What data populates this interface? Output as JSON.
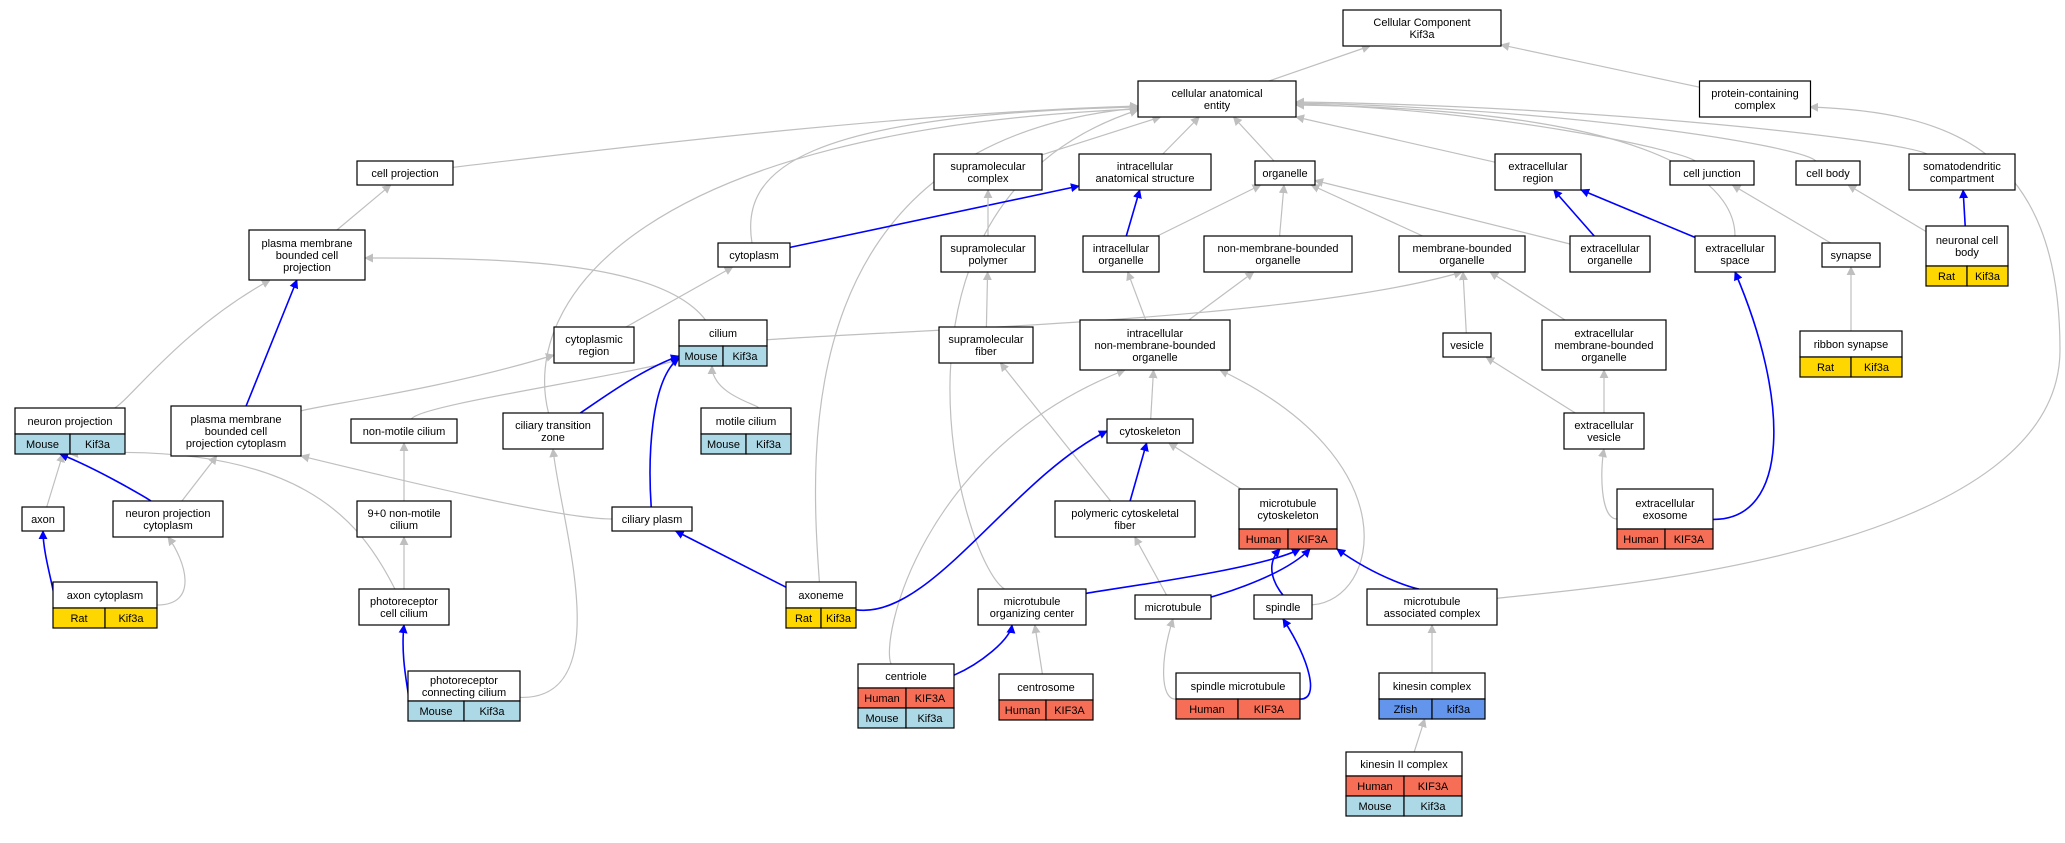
{
  "colors": {
    "gray_edge": "#bfbfbf",
    "blue_edge": "#0000ff",
    "node_stroke": "#000000",
    "mouse": "#add8e6",
    "rat": "#ffd700",
    "human": "#f76e57",
    "zfish": "#6495ed"
  },
  "nodes": [
    {
      "id": "cc",
      "lines": [
        "Cellular Component",
        "Kif3a"
      ]
    },
    {
      "id": "cae",
      "lines": [
        "cellular anatomical",
        "entity"
      ]
    },
    {
      "id": "pcc",
      "lines": [
        "protein-containing",
        "complex"
      ]
    },
    {
      "id": "cproj",
      "lines": [
        "cell projection"
      ]
    },
    {
      "id": "smc",
      "lines": [
        "supramolecular",
        "complex"
      ]
    },
    {
      "id": "ias",
      "lines": [
        "intracellular",
        "anatomical structure"
      ]
    },
    {
      "id": "org",
      "lines": [
        "organelle"
      ]
    },
    {
      "id": "exr",
      "lines": [
        "extracellular",
        "region"
      ]
    },
    {
      "id": "cj",
      "lines": [
        "cell junction"
      ]
    },
    {
      "id": "cb",
      "lines": [
        "cell body"
      ]
    },
    {
      "id": "sdc",
      "lines": [
        "somatodendritic",
        "compartment"
      ]
    },
    {
      "id": "pmbcp",
      "lines": [
        "plasma membrane",
        "bounded cell",
        "projection"
      ]
    },
    {
      "id": "cyto",
      "lines": [
        "cytoplasm"
      ]
    },
    {
      "id": "smp",
      "lines": [
        "supramolecular",
        "polymer"
      ]
    },
    {
      "id": "io",
      "lines": [
        "intracellular",
        "organelle"
      ]
    },
    {
      "id": "nmbo",
      "lines": [
        "non-membrane-bounded",
        "organelle"
      ]
    },
    {
      "id": "mbo",
      "lines": [
        "membrane-bounded",
        "organelle"
      ]
    },
    {
      "id": "exo",
      "lines": [
        "extracellular",
        "organelle"
      ]
    },
    {
      "id": "exsp",
      "lines": [
        "extracellular",
        "space"
      ]
    },
    {
      "id": "syn",
      "lines": [
        "synapse"
      ]
    },
    {
      "id": "ncb",
      "lines": [
        "neuronal cell",
        "body"
      ],
      "species": [
        {
          "label": "Rat",
          "gene": "Kif3a",
          "color": "rat"
        }
      ]
    },
    {
      "id": "cytr",
      "lines": [
        "cytoplasmic",
        "region"
      ]
    },
    {
      "id": "cil",
      "lines": [
        "cilium"
      ],
      "species": [
        {
          "label": "Mouse",
          "gene": "Kif3a",
          "color": "mouse"
        }
      ]
    },
    {
      "id": "smf",
      "lines": [
        "supramolecular",
        "fiber"
      ]
    },
    {
      "id": "inmbo",
      "lines": [
        "intracellular",
        "non-membrane-bounded",
        "organelle"
      ]
    },
    {
      "id": "ves",
      "lines": [
        "vesicle"
      ]
    },
    {
      "id": "embo",
      "lines": [
        "extracellular",
        "membrane-bounded",
        "organelle"
      ]
    },
    {
      "id": "rs",
      "lines": [
        "ribbon synapse"
      ],
      "species": [
        {
          "label": "Rat",
          "gene": "Kif3a",
          "color": "rat"
        }
      ]
    },
    {
      "id": "np",
      "lines": [
        "neuron projection"
      ],
      "species": [
        {
          "label": "Mouse",
          "gene": "Kif3a",
          "color": "mouse"
        }
      ]
    },
    {
      "id": "pmbcpc",
      "lines": [
        "plasma membrane",
        "bounded cell",
        "projection cytoplasm"
      ]
    },
    {
      "id": "nmc",
      "lines": [
        "non-motile cilium"
      ]
    },
    {
      "id": "ctz",
      "lines": [
        "ciliary transition",
        "zone"
      ]
    },
    {
      "id": "mc",
      "lines": [
        "motile cilium"
      ],
      "species": [
        {
          "label": "Mouse",
          "gene": "Kif3a",
          "color": "mouse"
        }
      ]
    },
    {
      "id": "cysk",
      "lines": [
        "cytoskeleton"
      ]
    },
    {
      "id": "exv",
      "lines": [
        "extracellular",
        "vesicle"
      ]
    },
    {
      "id": "axon",
      "lines": [
        "axon"
      ]
    },
    {
      "id": "npc",
      "lines": [
        "neuron projection",
        "cytoplasm"
      ]
    },
    {
      "id": "nmc90",
      "lines": [
        "9+0 non-motile",
        "cilium"
      ]
    },
    {
      "id": "cp",
      "lines": [
        "ciliary plasm"
      ]
    },
    {
      "id": "pcf",
      "lines": [
        "polymeric cytoskeletal",
        "fiber"
      ]
    },
    {
      "id": "mtcs",
      "lines": [
        "microtubule",
        "cytoskeleton"
      ],
      "species": [
        {
          "label": "Human",
          "gene": "KIF3A",
          "color": "human"
        }
      ]
    },
    {
      "id": "exe",
      "lines": [
        "extracellular",
        "exosome"
      ],
      "species": [
        {
          "label": "Human",
          "gene": "KIF3A",
          "color": "human"
        }
      ]
    },
    {
      "id": "axc",
      "lines": [
        "axon cytoplasm"
      ],
      "species": [
        {
          "label": "Rat",
          "gene": "Kif3a",
          "color": "rat"
        }
      ]
    },
    {
      "id": "pccil",
      "lines": [
        "photoreceptor",
        "cell cilium"
      ]
    },
    {
      "id": "axn",
      "lines": [
        "axoneme"
      ],
      "species": [
        {
          "label": "Rat",
          "gene": "Kif3a",
          "color": "rat"
        }
      ]
    },
    {
      "id": "mtoc",
      "lines": [
        "microtubule",
        "organizing center"
      ]
    },
    {
      "id": "mt",
      "lines": [
        "microtubule"
      ]
    },
    {
      "id": "spin",
      "lines": [
        "spindle"
      ]
    },
    {
      "id": "mac",
      "lines": [
        "microtubule",
        "associated complex"
      ]
    },
    {
      "id": "pccc",
      "lines": [
        "photoreceptor",
        "connecting cilium"
      ],
      "species": [
        {
          "label": "Mouse",
          "gene": "Kif3a",
          "color": "mouse"
        }
      ]
    },
    {
      "id": "cent",
      "lines": [
        "centriole"
      ],
      "species": [
        {
          "label": "Human",
          "gene": "KIF3A",
          "color": "human"
        },
        {
          "label": "Mouse",
          "gene": "Kif3a",
          "color": "mouse"
        }
      ]
    },
    {
      "id": "csome",
      "lines": [
        "centrosome"
      ],
      "species": [
        {
          "label": "Human",
          "gene": "KIF3A",
          "color": "human"
        }
      ]
    },
    {
      "id": "smt",
      "lines": [
        "spindle microtubule"
      ],
      "species": [
        {
          "label": "Human",
          "gene": "KIF3A",
          "color": "human"
        }
      ]
    },
    {
      "id": "kc",
      "lines": [
        "kinesin complex"
      ],
      "species": [
        {
          "label": "Zfish",
          "gene": "kif3a",
          "color": "zfish"
        }
      ]
    },
    {
      "id": "k2c",
      "lines": [
        "kinesin II complex"
      ],
      "species": [
        {
          "label": "Human",
          "gene": "KIF3A",
          "color": "human"
        },
        {
          "label": "Mouse",
          "gene": "Kif3a",
          "color": "mouse"
        }
      ]
    }
  ],
  "edges": [
    {
      "from": "cae",
      "to": "cc",
      "kind": "gray"
    },
    {
      "from": "pcc",
      "to": "cc",
      "kind": "gray"
    },
    {
      "from": "cproj",
      "to": "cae",
      "kind": "gray"
    },
    {
      "from": "smc",
      "to": "cae",
      "kind": "gray"
    },
    {
      "from": "ias",
      "to": "cae",
      "kind": "gray"
    },
    {
      "from": "org",
      "to": "cae",
      "kind": "gray"
    },
    {
      "from": "exr",
      "to": "cae",
      "kind": "gray"
    },
    {
      "from": "cj",
      "to": "cae",
      "kind": "gray"
    },
    {
      "from": "cb",
      "to": "cae",
      "kind": "gray"
    },
    {
      "from": "sdc",
      "to": "cae",
      "kind": "gray"
    },
    {
      "from": "exsp",
      "to": "cae",
      "kind": "gray"
    },
    {
      "from": "cyto",
      "to": "cae",
      "kind": "gray"
    },
    {
      "from": "axn",
      "to": "cae",
      "kind": "gray"
    },
    {
      "from": "mtoc",
      "to": "cae",
      "kind": "gray"
    },
    {
      "from": "ctz",
      "to": "cae",
      "kind": "gray"
    },
    {
      "from": "mac",
      "to": "pcc",
      "kind": "gray"
    },
    {
      "from": "pmbcp",
      "to": "cproj",
      "kind": "gray"
    },
    {
      "from": "cyto",
      "to": "ias",
      "kind": "blue"
    },
    {
      "from": "io",
      "to": "ias",
      "kind": "blue"
    },
    {
      "from": "io",
      "to": "org",
      "kind": "gray"
    },
    {
      "from": "nmbo",
      "to": "org",
      "kind": "gray"
    },
    {
      "from": "mbo",
      "to": "org",
      "kind": "gray"
    },
    {
      "from": "exo",
      "to": "org",
      "kind": "gray"
    },
    {
      "from": "exo",
      "to": "exr",
      "kind": "blue"
    },
    {
      "from": "exsp",
      "to": "exr",
      "kind": "blue"
    },
    {
      "from": "syn",
      "to": "cj",
      "kind": "gray"
    },
    {
      "from": "ncb",
      "to": "cb",
      "kind": "gray"
    },
    {
      "from": "ncb",
      "to": "sdc",
      "kind": "blue"
    },
    {
      "from": "smp",
      "to": "smc",
      "kind": "gray"
    },
    {
      "from": "smf",
      "to": "smp",
      "kind": "gray"
    },
    {
      "from": "inmbo",
      "to": "io",
      "kind": "gray"
    },
    {
      "from": "inmbo",
      "to": "nmbo",
      "kind": "gray"
    },
    {
      "from": "ves",
      "to": "mbo",
      "kind": "gray"
    },
    {
      "from": "embo",
      "to": "mbo",
      "kind": "gray"
    },
    {
      "from": "cil",
      "to": "mbo",
      "kind": "gray"
    },
    {
      "from": "cil",
      "to": "pmbcp",
      "kind": "gray"
    },
    {
      "from": "rs",
      "to": "syn",
      "kind": "gray"
    },
    {
      "from": "exe",
      "to": "exsp",
      "kind": "blue"
    },
    {
      "from": "cytr",
      "to": "cyto",
      "kind": "gray"
    },
    {
      "from": "pmbcpc",
      "to": "cytr",
      "kind": "gray"
    },
    {
      "from": "np",
      "to": "pmbcp",
      "kind": "gray"
    },
    {
      "from": "pmbcpc",
      "to": "pmbcp",
      "kind": "blue"
    },
    {
      "from": "nmc",
      "to": "cil",
      "kind": "gray"
    },
    {
      "from": "ctz",
      "to": "cil",
      "kind": "blue"
    },
    {
      "from": "mc",
      "to": "cil",
      "kind": "gray"
    },
    {
      "from": "cp",
      "to": "cil",
      "kind": "blue"
    },
    {
      "from": "cysk",
      "to": "inmbo",
      "kind": "gray"
    },
    {
      "from": "cent",
      "to": "inmbo",
      "kind": "gray"
    },
    {
      "from": "spin",
      "to": "inmbo",
      "kind": "gray"
    },
    {
      "from": "exv",
      "to": "ves",
      "kind": "gray"
    },
    {
      "from": "exv",
      "to": "embo",
      "kind": "gray"
    },
    {
      "from": "exe",
      "to": "exv",
      "kind": "gray"
    },
    {
      "from": "pcf",
      "to": "smf",
      "kind": "gray"
    },
    {
      "from": "axon",
      "to": "np",
      "kind": "gray"
    },
    {
      "from": "npc",
      "to": "np",
      "kind": "blue"
    },
    {
      "from": "pccil",
      "to": "np",
      "kind": "gray"
    },
    {
      "from": "npc",
      "to": "pmbcpc",
      "kind": "gray"
    },
    {
      "from": "cp",
      "to": "pmbcpc",
      "kind": "gray"
    },
    {
      "from": "nmc90",
      "to": "nmc",
      "kind": "gray"
    },
    {
      "from": "pccc",
      "to": "ctz",
      "kind": "gray"
    },
    {
      "from": "pcf",
      "to": "cysk",
      "kind": "blue"
    },
    {
      "from": "mtcs",
      "to": "cysk",
      "kind": "gray"
    },
    {
      "from": "axn",
      "to": "cysk",
      "kind": "blue"
    },
    {
      "from": "axc",
      "to": "axon",
      "kind": "blue"
    },
    {
      "from": "axc",
      "to": "npc",
      "kind": "gray"
    },
    {
      "from": "pccil",
      "to": "nmc90",
      "kind": "gray"
    },
    {
      "from": "axn",
      "to": "cp",
      "kind": "blue"
    },
    {
      "from": "mt",
      "to": "pcf",
      "kind": "gray"
    },
    {
      "from": "mtoc",
      "to": "mtcs",
      "kind": "blue"
    },
    {
      "from": "mt",
      "to": "mtcs",
      "kind": "blue"
    },
    {
      "from": "spin",
      "to": "mtcs",
      "kind": "blue"
    },
    {
      "from": "mac",
      "to": "mtcs",
      "kind": "blue"
    },
    {
      "from": "pccc",
      "to": "pccil",
      "kind": "blue"
    },
    {
      "from": "cent",
      "to": "mtoc",
      "kind": "blue"
    },
    {
      "from": "csome",
      "to": "mtoc",
      "kind": "gray"
    },
    {
      "from": "smt",
      "to": "mt",
      "kind": "gray"
    },
    {
      "from": "smt",
      "to": "spin",
      "kind": "blue"
    },
    {
      "from": "kc",
      "to": "mac",
      "kind": "gray"
    },
    {
      "from": "k2c",
      "to": "kc",
      "kind": "gray"
    }
  ]
}
